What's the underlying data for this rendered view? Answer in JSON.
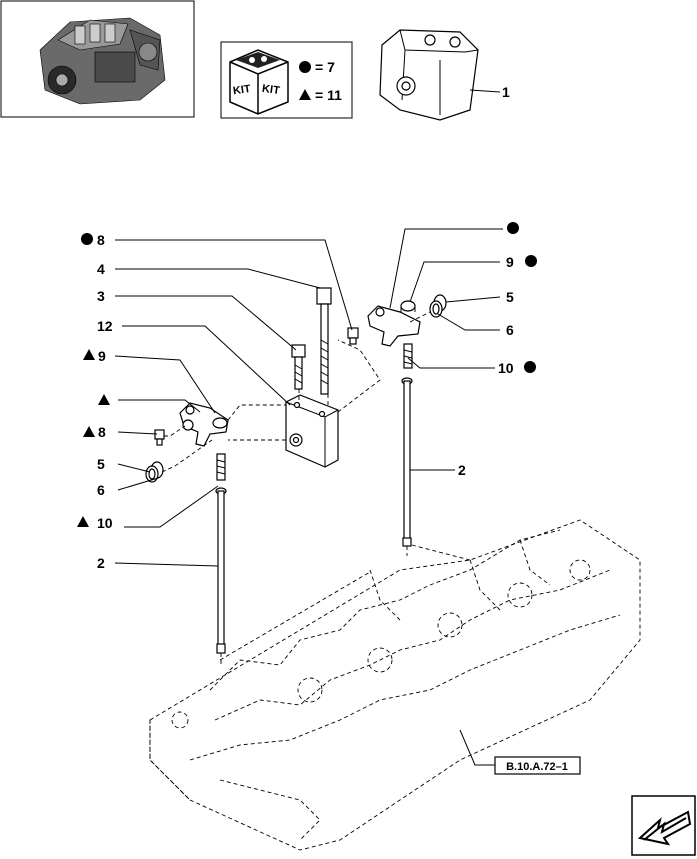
{
  "kit_legend": {
    "kit_word": "KIT",
    "circle_qty": "= 7",
    "triangle_qty": "= 11"
  },
  "callouts": {
    "c1": "1",
    "c2_right": "2",
    "c2_left": "2",
    "c3": "3",
    "c4": "4",
    "c5_right": "5",
    "c5_left": "5",
    "c6_right": "6",
    "c6_left": "6",
    "c8_top": "8",
    "c8_left": "8",
    "c9_right": "9",
    "c9_left": "9",
    "c10_right": "10",
    "c10_left": "10",
    "c12": "12"
  },
  "reference_tag": "B.10.A.72–1"
}
